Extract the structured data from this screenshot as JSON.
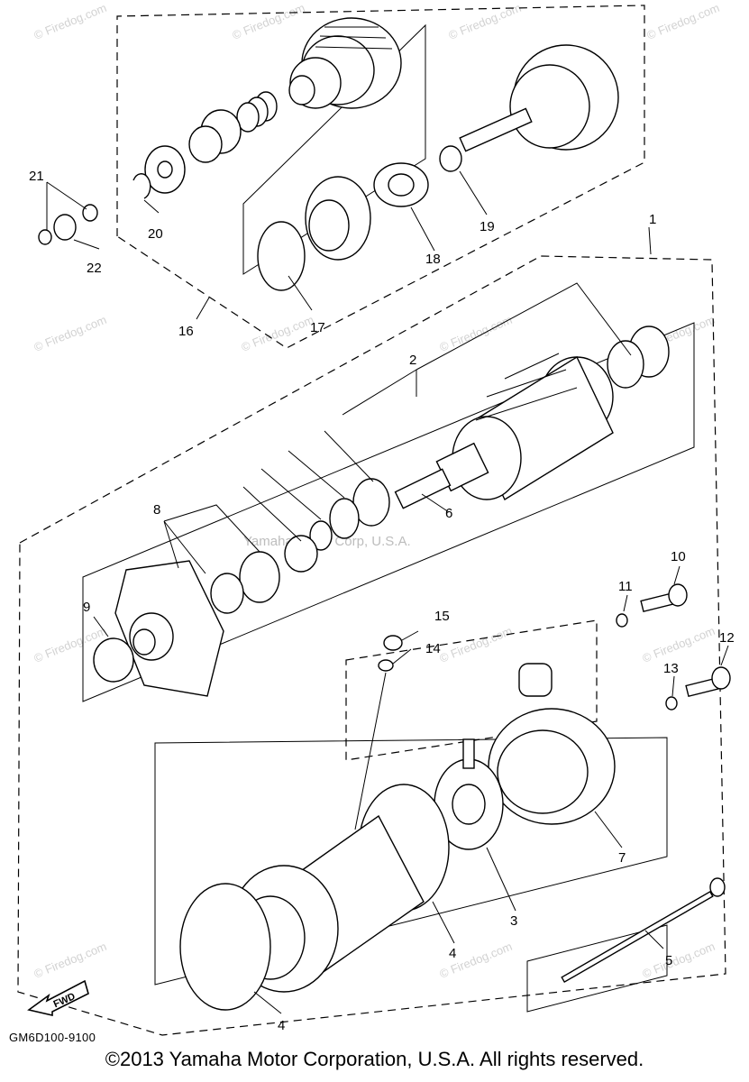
{
  "watermarks": {
    "site": "© Firedog.com",
    "site_center": "© Firedog.com",
    "yamaha": "Yamaha Motor Corp, U.S.A."
  },
  "callouts": {
    "p1": "1",
    "p2": "2",
    "p3": "3",
    "p4a": "4",
    "p4b": "4",
    "p5": "5",
    "p6": "6",
    "p7": "7",
    "p8": "8",
    "p9": "9",
    "p10": "10",
    "p11": "11",
    "p12": "12",
    "p13": "13",
    "p14": "14",
    "p15": "15",
    "p16": "16",
    "p17": "17",
    "p18": "18",
    "p19": "19",
    "p20": "20",
    "p21": "21",
    "p22": "22"
  },
  "fwd_label": "FWD",
  "diagram_code": "GM6D100-9100",
  "copyright": "©2013 Yamaha Motor Corporation, U.S.A. All rights reserved."
}
